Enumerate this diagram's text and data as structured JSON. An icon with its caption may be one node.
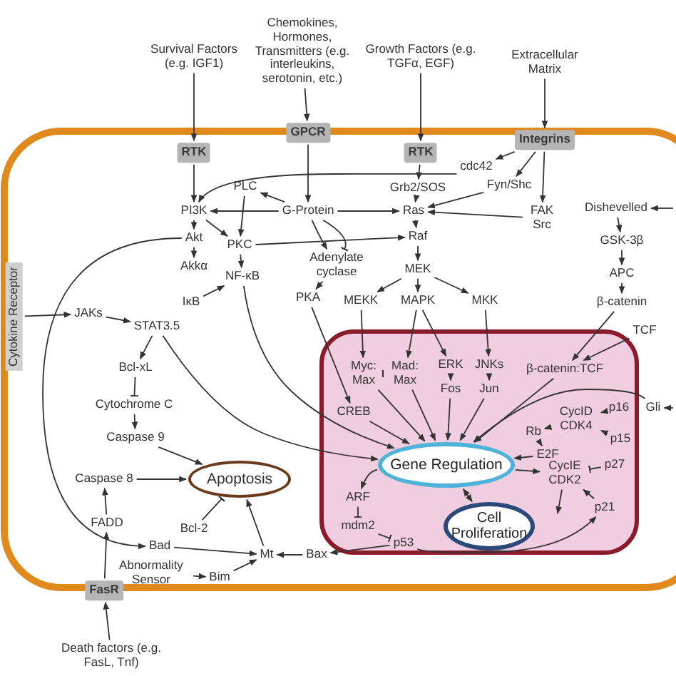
{
  "diagram": {
    "nodes": [
      {
        "text": [
          "Survival Factors (e.g. IGF1)"
        ]
      },
      {
        "text": [
          "RTK"
        ]
      },
      {
        "text": [
          "Chemokines, Hormones, Transmitters (e.g. interleukins, serotonin, etc.)"
        ]
      },
      {
        "text": [
          "GPCR"
        ]
      },
      {
        "text": [
          "Growth Factors (e.g. TGFα, EGF)"
        ]
      },
      {
        "text": [
          "RTK"
        ]
      },
      {
        "text": [
          "Extracellular Matrix"
        ]
      },
      {
        "text": [
          "Integrins"
        ]
      },
      {
        "text": [
          "cdc42"
        ]
      },
      {
        "text": [
          "Fyn/Shc"
        ]
      },
      {
        "text": [
          "Grb2/SOS"
        ]
      },
      {
        "text": [
          "PI3K"
        ]
      },
      {
        "text": [
          "PLC"
        ]
      },
      {
        "text": [
          "G-Protein"
        ]
      },
      {
        "text": [
          "Ras"
        ]
      },
      {
        "text": [
          "FAK Src"
        ]
      },
      {
        "text": [
          "Dishevelled"
        ]
      },
      {
        "text": [
          "Akt"
        ]
      },
      {
        "text": [
          "PKC"
        ]
      },
      {
        "text": [
          "Adenylate cyclase"
        ]
      },
      {
        "text": [
          "Akkα"
        ]
      },
      {
        "text": [
          "NF-κB"
        ]
      },
      {
        "text": [
          "IκB"
        ]
      },
      {
        "text": [
          "PKA"
        ]
      },
      {
        "text": [
          "Raf"
        ]
      },
      {
        "text": [
          "MEK"
        ]
      },
      {
        "text": [
          "MEKK"
        ]
      },
      {
        "text": [
          "MAPK"
        ]
      },
      {
        "text": [
          "MKK"
        ]
      },
      {
        "text": [
          "GSK-3β"
        ]
      },
      {
        "text": [
          "APC"
        ]
      },
      {
        "text": [
          "β-catenin"
        ]
      },
      {
        "text": [
          "TCF"
        ]
      },
      {
        "text": [
          "Cytokine Receptor"
        ]
      },
      {
        "text": [
          "JAKs"
        ]
      },
      {
        "text": [
          "STAT3.5"
        ]
      },
      {
        "text": [
          "Bcl-xL"
        ]
      },
      {
        "text": [
          "Cytochrome C"
        ]
      },
      {
        "text": [
          "Caspase 9"
        ]
      },
      {
        "text": [
          "Caspase 8"
        ]
      },
      {
        "text": [
          "Apoptosis"
        ]
      },
      {
        "text": [
          "FADD"
        ]
      },
      {
        "text": [
          "Bcl-2"
        ]
      },
      {
        "text": [
          "Bad"
        ]
      },
      {
        "text": [
          "Mt"
        ]
      },
      {
        "text": [
          "Bax"
        ]
      },
      {
        "text": [
          "FasR"
        ]
      },
      {
        "text": [
          "Abnormality Sensor"
        ]
      },
      {
        "text": [
          "Bim"
        ]
      },
      {
        "text": [
          "Death factors (e.g. FasL, Tnf)"
        ]
      },
      {
        "text": [],
        "shape": "box"
      },
      {
        "text": [
          "Myc: Max"
        ],
        "in": 50
      },
      {
        "text": [
          "Mad: Max"
        ],
        "in": 50
      },
      {
        "text": [
          "ERK"
        ],
        "in": 50
      },
      {
        "text": [
          "Fos"
        ],
        "in": 50
      },
      {
        "text": [
          "JNKs"
        ],
        "in": 50
      },
      {
        "text": [
          "Jun"
        ],
        "in": 50
      },
      {
        "text": [
          "β-catenin:TCF"
        ],
        "in": 50
      },
      {
        "text": [
          "CREB"
        ],
        "in": 50
      },
      {
        "text": [
          "Gene Regulation"
        ],
        "in": 50
      },
      {
        "text": [
          "CycID CDK4"
        ],
        "in": 50
      },
      {
        "text": [
          "p16"
        ],
        "in": 50
      },
      {
        "text": [
          "p15"
        ],
        "in": 50
      },
      {
        "text": [
          "Rb"
        ],
        "in": 50
      },
      {
        "text": [
          "E2F"
        ],
        "in": 50
      },
      {
        "text": [
          "Gli"
        ]
      },
      {
        "text": [
          "ARF"
        ],
        "in": 50
      },
      {
        "text": [
          "mdm2"
        ],
        "in": 50
      },
      {
        "text": [
          "p53"
        ],
        "in": 50
      },
      {
        "text": [
          "Cell Proliferation"
        ],
        "in": 50
      },
      {
        "text": [
          "CycIE CDK2"
        ],
        "in": 50
      },
      {
        "text": [
          "p27"
        ],
        "in": 50
      },
      {
        "text": [
          "p21"
        ],
        "in": 50
      }
    ],
    "edges": [
      {
        "from": 0,
        "to": 1,
        "arrow": "to"
      },
      {
        "from": 2,
        "to": 3,
        "arrow": "to"
      },
      {
        "from": 4,
        "to": 5,
        "arrow": "to"
      },
      {
        "from": 6,
        "to": 7,
        "arrow": "to"
      },
      {
        "from": 1,
        "to": 11,
        "arrow": "to"
      },
      {
        "from": 3,
        "to": 13,
        "arrow": "to"
      },
      {
        "from": 5,
        "to": 10,
        "arrow": "to"
      },
      {
        "from": 10,
        "to": 14,
        "arrow": "to"
      },
      {
        "from": 7,
        "to": 8,
        "arrow": "to"
      },
      {
        "from": 7,
        "to": 9,
        "arrow": "to"
      },
      {
        "from": 9,
        "to": 14,
        "arrow": "to"
      },
      {
        "from": 7,
        "to": 15,
        "arrow": "to"
      },
      {
        "from": 15,
        "to": 14,
        "arrow": "to"
      },
      {
        "from": 8,
        "to": 11,
        "arrow": "to"
      },
      {
        "from": 13,
        "to": 12,
        "arrow": "to"
      },
      {
        "from": 13,
        "to": 11,
        "arrow": "to"
      },
      {
        "from": 13,
        "to": 14,
        "arrow": "to"
      },
      {
        "from": 13,
        "to": 19,
        "arrow": "to"
      },
      {
        "from": 13,
        "to": 19,
        "arrow": "other"
      },
      {
        "from": 18,
        "to": 24,
        "arrow": "to"
      },
      {
        "from": 11,
        "to": 17,
        "arrow": "to"
      },
      {
        "from": 11,
        "to": 18,
        "arrow": "to"
      },
      {
        "from": 12,
        "to": 18,
        "arrow": "to"
      },
      {
        "from": 17,
        "to": 20,
        "arrow": "to"
      },
      {
        "from": 18,
        "to": 21,
        "arrow": "to"
      },
      {
        "from": 22,
        "to": 21,
        "arrow": "to"
      },
      {
        "from": 19,
        "to": 23,
        "arrow": "to"
      },
      {
        "from": 14,
        "to": 24,
        "arrow": "to"
      },
      {
        "from": 24,
        "to": 25,
        "arrow": "to"
      },
      {
        "from": 25,
        "to": 26,
        "arrow": "to"
      },
      {
        "from": 25,
        "to": 27,
        "arrow": "to"
      },
      {
        "from": 25,
        "to": 28,
        "arrow": "to"
      },
      {
        "from": null,
        "to": 16,
        "arrow": "to"
      },
      {
        "from": 16,
        "to": 29,
        "arrow": "to"
      },
      {
        "from": 29,
        "to": 30,
        "arrow": "to"
      },
      {
        "from": 30,
        "to": 31,
        "arrow": "to"
      },
      {
        "from": 31,
        "to": 57,
        "arrow": "to"
      },
      {
        "from": 32,
        "to": 57,
        "arrow": "to"
      },
      {
        "from": 33,
        "to": 34,
        "arrow": "to"
      },
      {
        "from": 34,
        "to": 35,
        "arrow": "to"
      },
      {
        "from": 35,
        "to": 36,
        "arrow": "to"
      },
      {
        "from": 36,
        "to": 37,
        "arrow": "other"
      },
      {
        "from": 37,
        "to": 38,
        "arrow": "to"
      },
      {
        "from": 38,
        "to": 40,
        "arrow": "to"
      },
      {
        "from": 39,
        "to": 40,
        "arrow": "to"
      },
      {
        "from": 41,
        "to": 39,
        "arrow": "to"
      },
      {
        "from": 46,
        "to": 41,
        "arrow": "to"
      },
      {
        "from": 49,
        "to": 46,
        "arrow": "to"
      },
      {
        "from": 42,
        "to": 40,
        "arrow": "other"
      },
      {
        "from": 44,
        "to": 40,
        "arrow": "to"
      },
      {
        "from": 43,
        "to": 44,
        "arrow": "to"
      },
      {
        "from": 45,
        "to": 44,
        "arrow": "to"
      },
      {
        "from": 48,
        "to": 44,
        "arrow": "to"
      },
      {
        "from": 47,
        "to": 48,
        "arrow": "to"
      },
      {
        "from": 17,
        "to": 43,
        "arrow": "to"
      },
      {
        "from": 35,
        "to": 59,
        "arrow": "to"
      },
      {
        "from": 21,
        "to": 59,
        "arrow": "to"
      },
      {
        "from": 23,
        "to": 58,
        "arrow": "to"
      },
      {
        "from": 26,
        "to": 51,
        "arrow": "to"
      },
      {
        "from": 27,
        "to": 52,
        "arrow": "to"
      },
      {
        "from": 27,
        "to": 53,
        "arrow": "to"
      },
      {
        "from": 28,
        "to": 55,
        "arrow": "to"
      },
      {
        "from": 53,
        "to": 54,
        "arrow": "to"
      },
      {
        "from": 55,
        "to": 56,
        "arrow": "to"
      },
      {
        "from": 52,
        "to": 51,
        "arrow": "other"
      },
      {
        "from": 51,
        "to": 59,
        "arrow": "to"
      },
      {
        "from": 52,
        "to": 59,
        "arrow": "to"
      },
      {
        "from": 54,
        "to": 59,
        "arrow": "to"
      },
      {
        "from": 56,
        "to": 59,
        "arrow": "to"
      },
      {
        "from": 57,
        "to": 59,
        "arrow": "to"
      },
      {
        "from": 58,
        "to": 59,
        "arrow": "to"
      },
      {
        "from": null,
        "to": 65,
        "arrow": "to"
      },
      {
        "from": 65,
        "to": 59,
        "arrow": "to"
      },
      {
        "from": 61,
        "to": 60,
        "arrow": "to"
      },
      {
        "from": 62,
        "to": 60,
        "arrow": "to"
      },
      {
        "from": 60,
        "to": 63,
        "arrow": "to"
      },
      {
        "from": 63,
        "to": 64,
        "arrow": "to"
      },
      {
        "from": 64,
        "to": 59,
        "arrow": "to"
      },
      {
        "from": 59,
        "to": 70,
        "arrow": "to"
      },
      {
        "from": 71,
        "to": 70,
        "arrow": "other"
      },
      {
        "from": 72,
        "to": 70,
        "arrow": "to"
      },
      {
        "from": 70,
        "to": null,
        "arrow": "to"
      },
      {
        "from": 59,
        "to": 69,
        "arrow": "both"
      },
      {
        "from": 59,
        "to": 66,
        "arrow": "to"
      },
      {
        "from": 66,
        "to": 67,
        "arrow": "other"
      },
      {
        "from": 67,
        "to": 68,
        "arrow": "other"
      },
      {
        "from": 68,
        "to": 72,
        "arrow": "to"
      },
      {
        "from": 68,
        "to": 45,
        "arrow": "to"
      }
    ]
  }
}
